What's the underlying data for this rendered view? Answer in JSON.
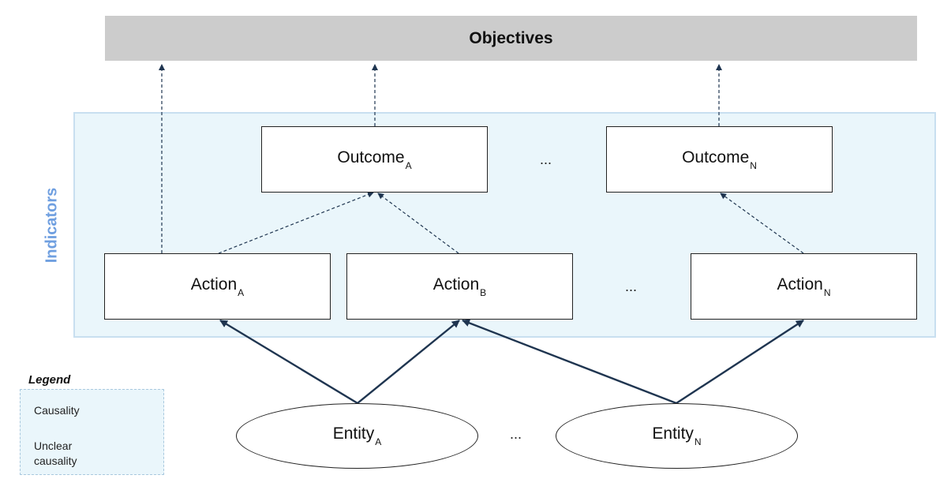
{
  "objectives": {
    "label": "Objectives"
  },
  "indicators": {
    "label": "Indicators"
  },
  "outcomes": [
    {
      "base": "Outcome",
      "sub": "A"
    },
    {
      "base": "Outcome",
      "sub": "N"
    }
  ],
  "actions": [
    {
      "base": "Action",
      "sub": "A"
    },
    {
      "base": "Action",
      "sub": "B"
    },
    {
      "base": "Action",
      "sub": "N"
    }
  ],
  "entities": [
    {
      "base": "Entity",
      "sub": "A"
    },
    {
      "base": "Entity",
      "sub": "N"
    }
  ],
  "ellipsis": "...",
  "legend": {
    "title": "Legend",
    "causality": "Causality",
    "unclear_line1": "Unclear",
    "unclear_line2": "causality"
  },
  "colors": {
    "objectives_bg": "#cccccc",
    "panel_bg": "#eaf6fb",
    "indicators_text": "#6f9fe0",
    "edge": "#1f3550"
  }
}
